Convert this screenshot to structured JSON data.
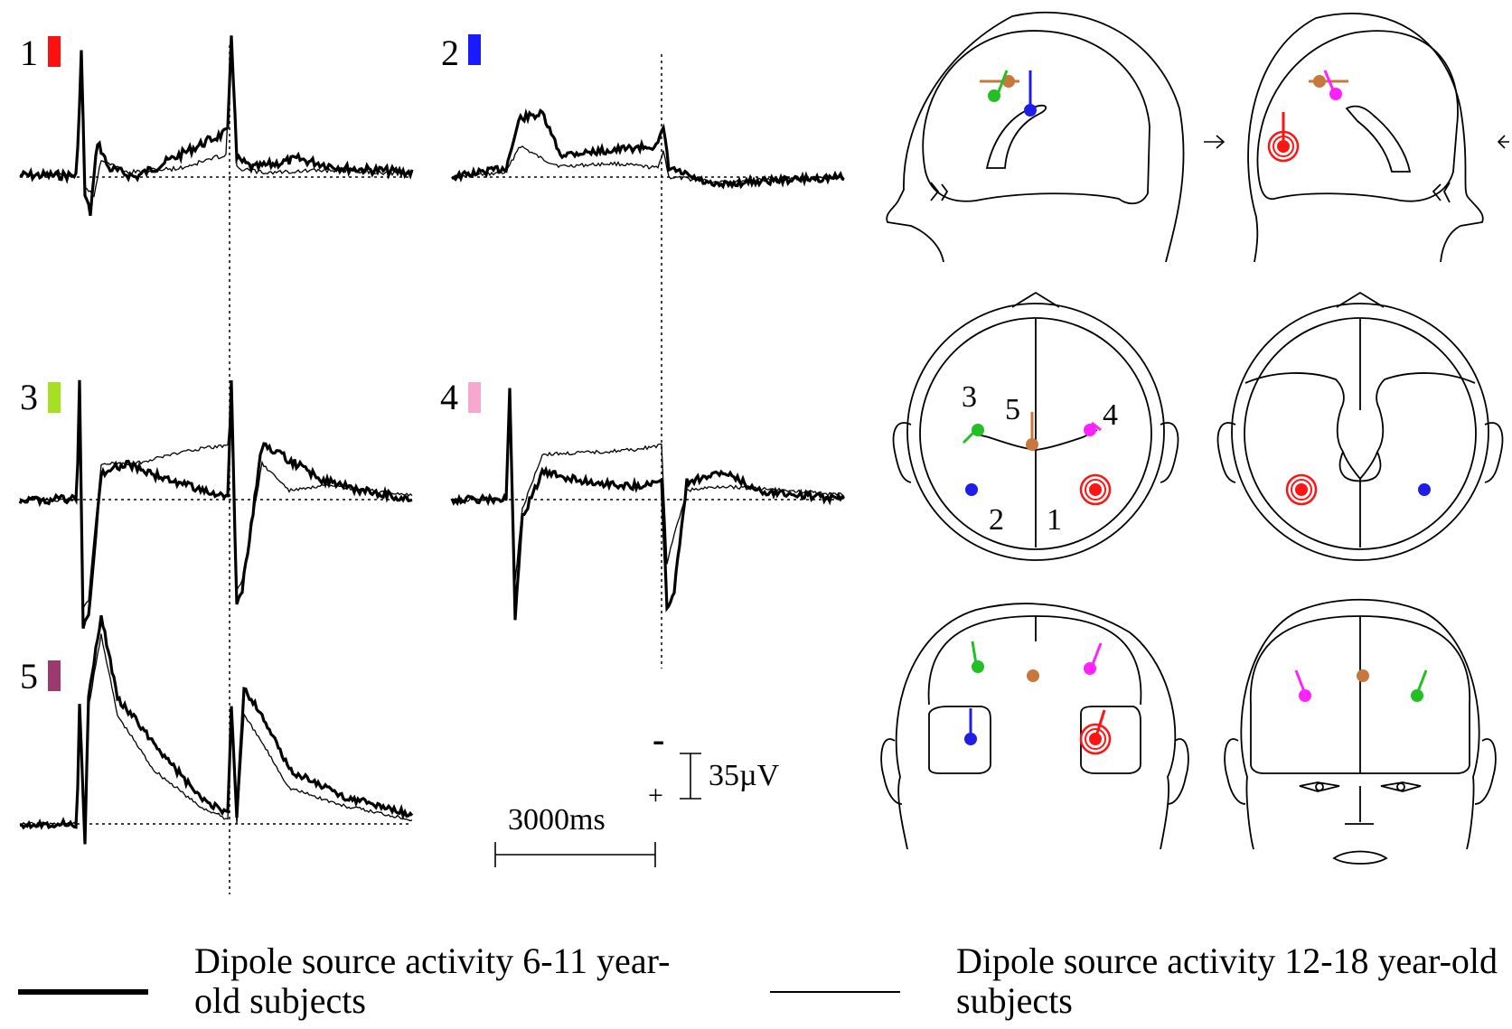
{
  "waveform_panels": [
    {
      "id": "1",
      "label": "1",
      "color": "#ff1010"
    },
    {
      "id": "2",
      "label": "2",
      "color": "#1a1aff"
    },
    {
      "id": "3",
      "label": "3",
      "color": "#a6e022"
    },
    {
      "id": "4",
      "label": "4",
      "color": "#f7a8cf"
    },
    {
      "id": "5",
      "label": "5",
      "color": "#9a3a6e"
    }
  ],
  "scale_bars": {
    "time_label": "3000ms",
    "amplitude_label": "35µV",
    "polarity_negative": "-",
    "polarity_positive": "+"
  },
  "head_map_labels": {
    "dipole_3": "3",
    "dipole_5": "5",
    "dipole_4": "4",
    "dipole_2": "2",
    "dipole_1": "1"
  },
  "dipole_colors": {
    "dipole_1": "#ff1414",
    "dipole_2": "#1e1ee6",
    "dipole_3": "#22c022",
    "dipole_4": "#ff22ff",
    "dipole_5": "#c8783c"
  },
  "legend": {
    "thick_label": "Dipole source activity 6-11 year-old subjects",
    "thin_label": "Dipole source activity 12-18 year-old subjects"
  }
}
